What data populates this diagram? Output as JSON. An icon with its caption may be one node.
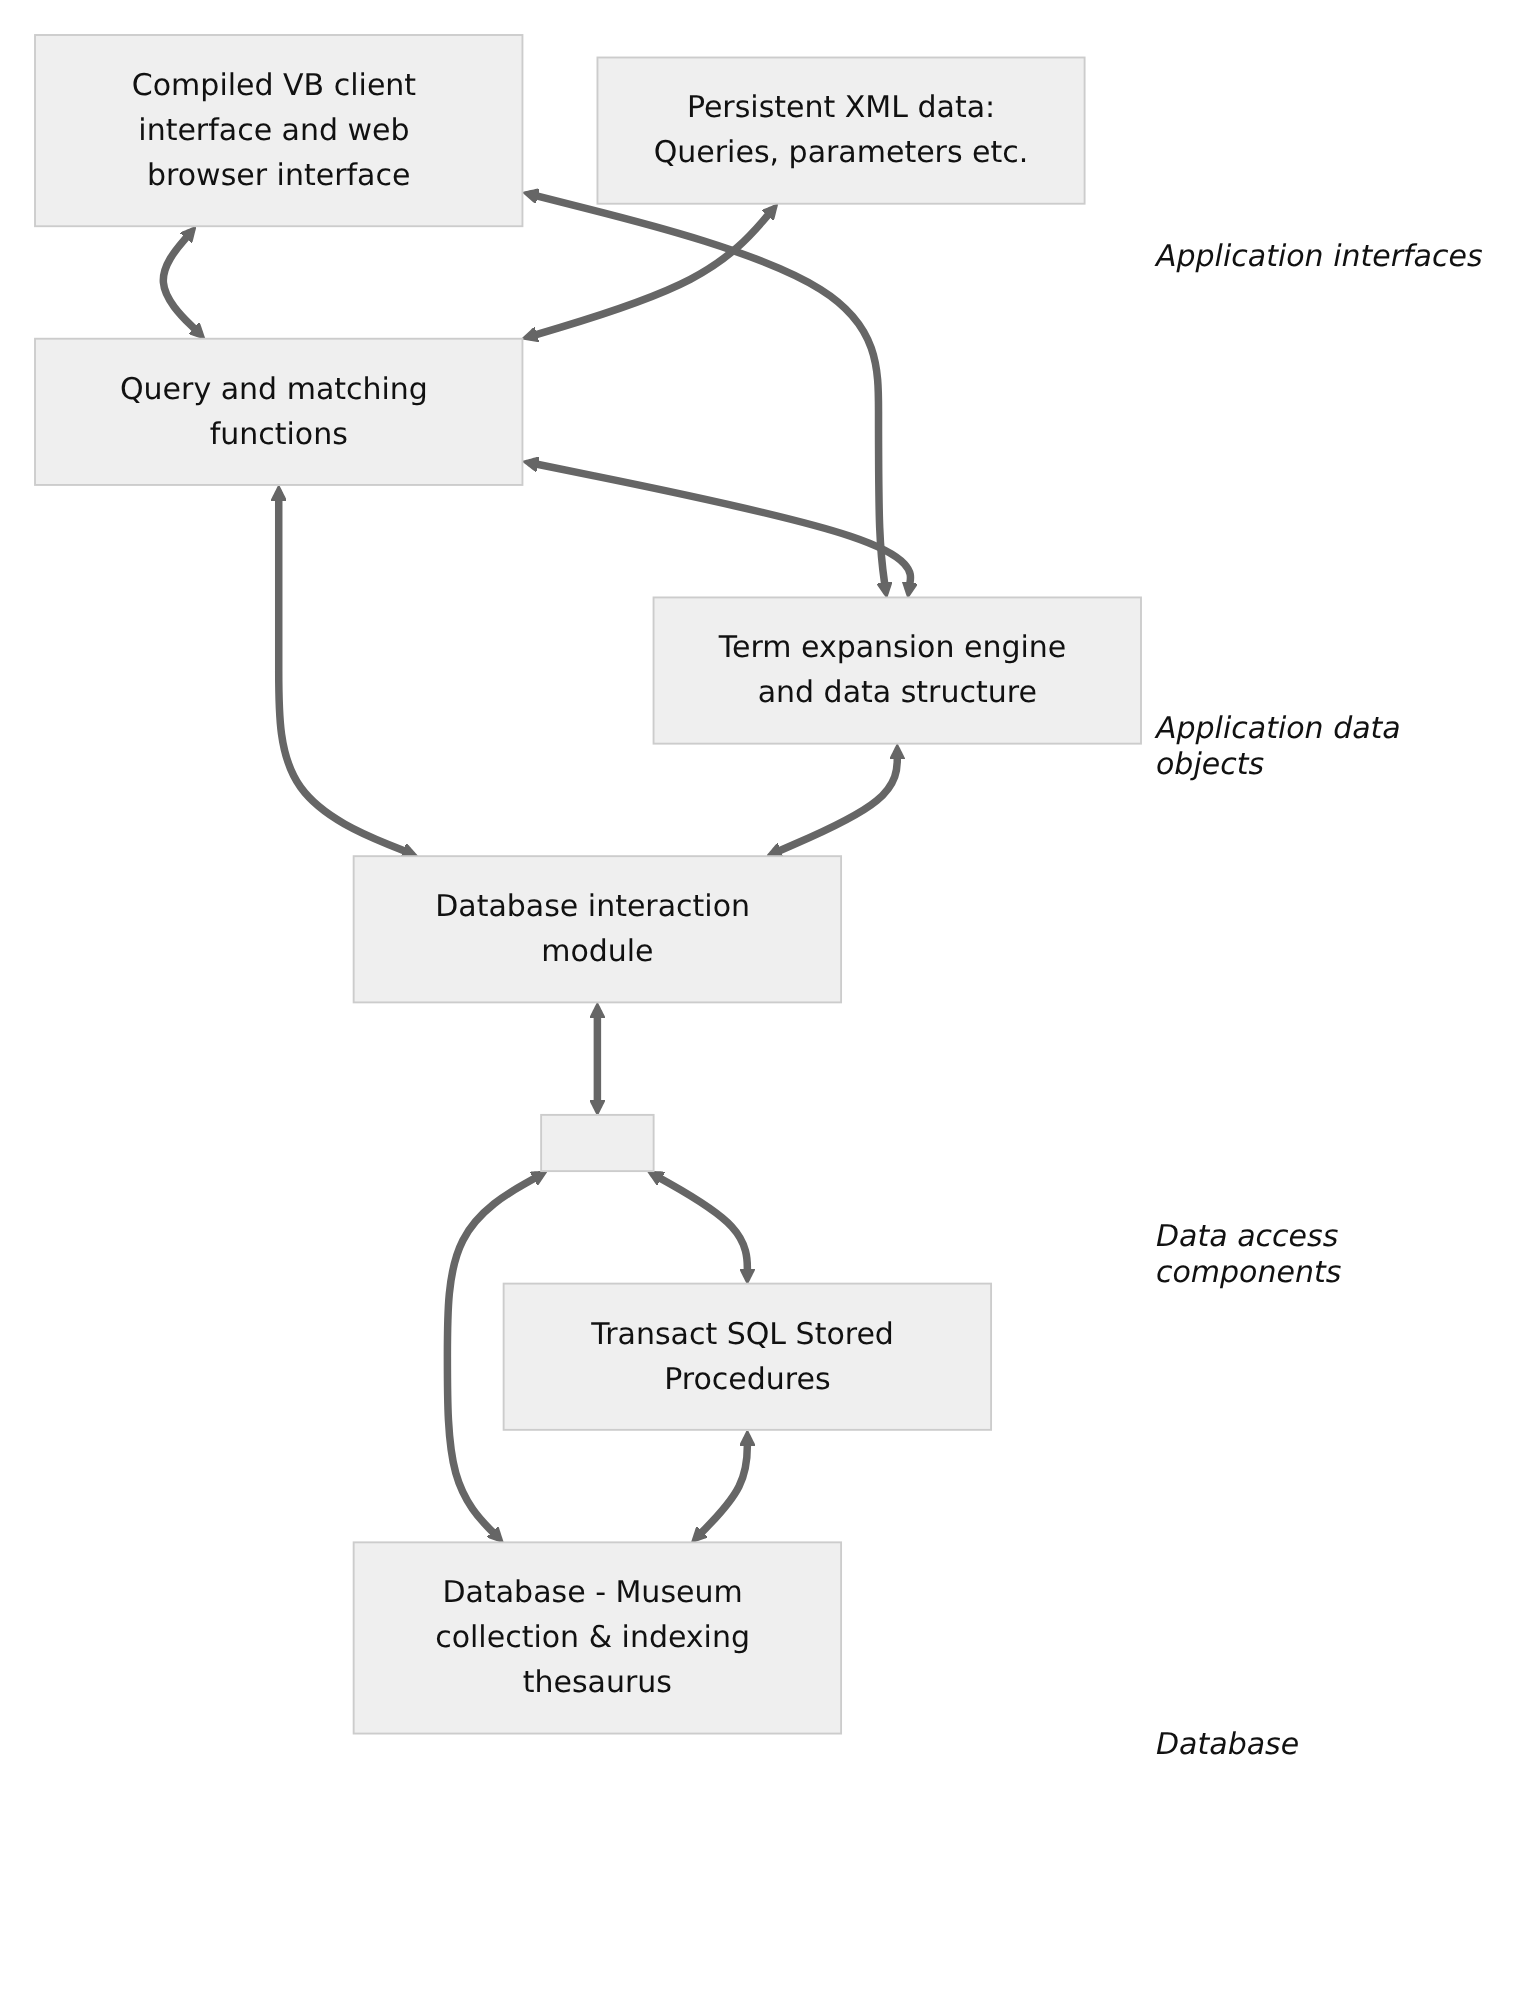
{
  "diagram": {
    "nodes": [
      {
        "text": [
          "Compiled VB client interface and web browser interface"
        ]
      },
      {
        "text": [
          "Persistent XML data:",
          "Queries, parameters etc."
        ]
      },
      {
        "text": [
          "Query and matching functions"
        ]
      },
      {
        "text": [
          "Term expansion engine and data structure"
        ]
      },
      {
        "text": [
          "Database interaction module"
        ]
      },
      {
        "text": [],
        "shape": "box"
      },
      {
        "text": [
          "Transact SQL Stored Procedures"
        ]
      },
      {
        "text": [
          "Database - Museum collection & indexing thesaurus"
        ]
      }
    ],
    "edges": [
      {
        "from": 0,
        "to": 2,
        "arrow": "both"
      },
      {
        "from": 0,
        "to": 3,
        "arrow": "both"
      },
      {
        "from": 1,
        "to": 2,
        "arrow": "both"
      },
      {
        "from": 2,
        "to": 3,
        "arrow": "both"
      },
      {
        "from": 2,
        "to": 4,
        "arrow": "both"
      },
      {
        "from": 3,
        "to": 4,
        "arrow": "both"
      },
      {
        "from": 4,
        "to": 5,
        "arrow": "both"
      },
      {
        "from": 5,
        "to": 7,
        "arrow": "both"
      },
      {
        "from": 5,
        "to": 6,
        "arrow": "both"
      },
      {
        "from": 6,
        "to": 7,
        "arrow": "both"
      }
    ],
    "labels": [
      "Application interfaces",
      "Application data objects",
      "Data access components",
      "Database"
    ]
  }
}
